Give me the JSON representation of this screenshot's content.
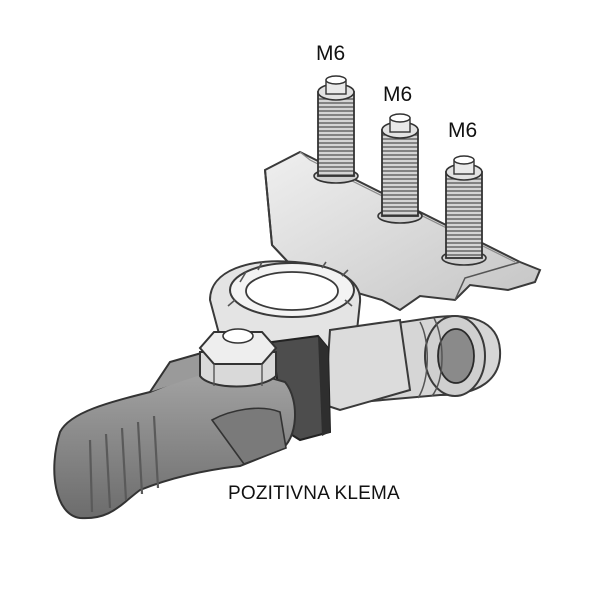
{
  "labels": {
    "stud_left": "M6",
    "stud_middle": "M6",
    "stud_right": "M6"
  },
  "caption": "POZITIVNA KLEMA",
  "colors": {
    "metal": "#dedede",
    "metal_shadow": "#b9b9b9",
    "outline": "#3a3a3a",
    "grip": "#8d8d8d",
    "grip_dark": "#6f6f6f",
    "block": "#4a4a4a"
  }
}
